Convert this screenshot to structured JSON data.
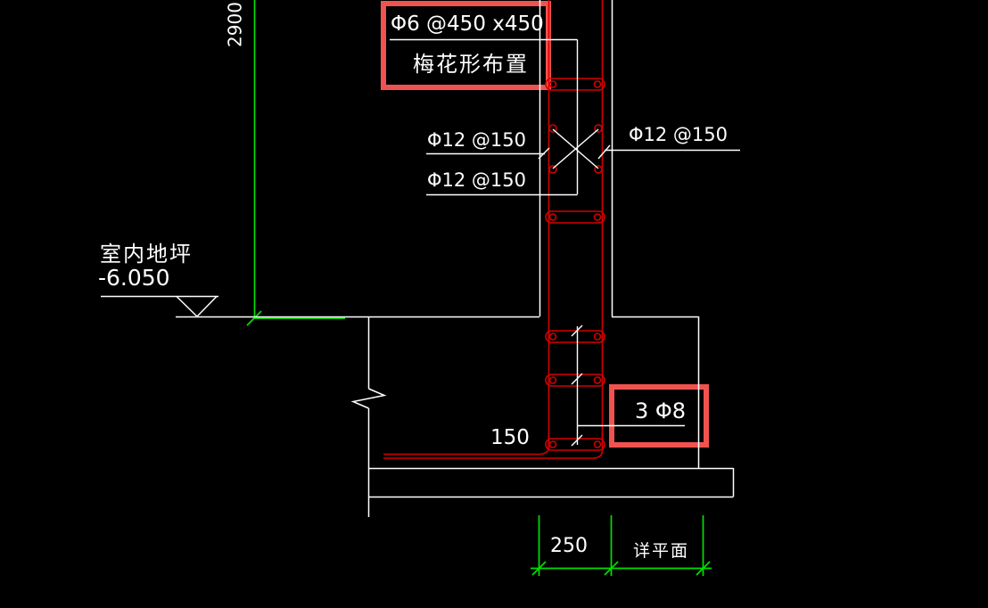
{
  "labels": {
    "dim_vertical": "2900",
    "surface_note_line1": "Φ6 @450 x450",
    "surface_note_line2": "梅花形布置",
    "rebar_upper_left": "Φ12 @150",
    "rebar_lower_left": "Φ12 @150",
    "rebar_right": "Φ12 @150",
    "floor_level_name": "室内地坪",
    "floor_level_value": "-6.050",
    "dim_offset": "150",
    "tie_bars": "3 Φ8",
    "dim_width": "250",
    "dim_see_plan": "详平面"
  },
  "colors": {
    "background": "#000000",
    "structure_line": "#ffffff",
    "dimension_line": "#00e100",
    "rebar_line": "#d40000",
    "highlight_box": "#f0534f",
    "text": "#ffffff"
  }
}
